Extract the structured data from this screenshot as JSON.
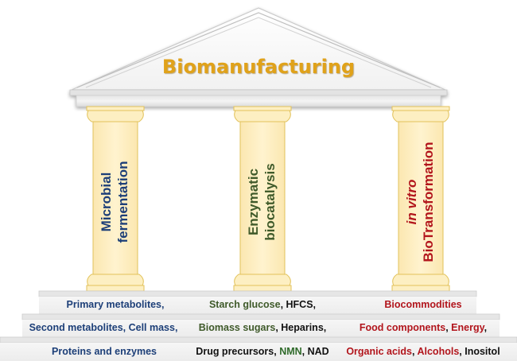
{
  "title": "Biomanufacturing",
  "colors": {
    "title": "#e0a21a",
    "column_fill": "#fdefc2",
    "column_stroke": "#e2c25a",
    "blue": "#1d3f78",
    "green": "#3f5a2a",
    "red": "#b2151c",
    "black": "#111111"
  },
  "pillars": [
    {
      "lines": [
        "Microbial",
        "fermentation"
      ],
      "color": "blue",
      "italic_first": false
    },
    {
      "lines": [
        "Enzymatic",
        "biocatalysis"
      ],
      "color": "green",
      "italic_first": false
    },
    {
      "lines": [
        "in vitro",
        "BioTransformation"
      ],
      "color": "red",
      "italic_first": true
    }
  ],
  "steps": [
    {
      "columns": [
        [
          {
            "text": "Primary metabolites,",
            "color": "blue"
          }
        ],
        [
          {
            "text": "Starch glucose",
            "color": "green"
          },
          {
            "text": ", HFCS,",
            "color": "black"
          }
        ],
        [
          {
            "text": "Biocommodities",
            "color": "red"
          }
        ]
      ]
    },
    {
      "columns": [
        [
          {
            "text": "Second metabolites, Cell mass,",
            "color": "blue"
          }
        ],
        [
          {
            "text": "Biomass sugars",
            "color": "green"
          },
          {
            "text": ", Heparins,",
            "color": "black"
          }
        ],
        [
          {
            "text": "Food components",
            "color": "red"
          },
          {
            "text": ", ",
            "color": "black"
          },
          {
            "text": "Energy",
            "color": "red"
          },
          {
            "text": ",",
            "color": "black"
          }
        ]
      ]
    },
    {
      "columns": [
        [
          {
            "text": "Proteins and enzymes",
            "color": "blue"
          }
        ],
        [
          {
            "text": "Drug precursors, ",
            "color": "black"
          },
          {
            "text": "NMN",
            "color": "brightgreen"
          },
          {
            "text": ", NAD",
            "color": "black"
          }
        ],
        [
          {
            "text": "Organic acids",
            "color": "red"
          },
          {
            "text": ", ",
            "color": "black"
          },
          {
            "text": "Alcohols",
            "color": "red"
          },
          {
            "text": ", Inositol",
            "color": "black"
          }
        ]
      ]
    }
  ]
}
